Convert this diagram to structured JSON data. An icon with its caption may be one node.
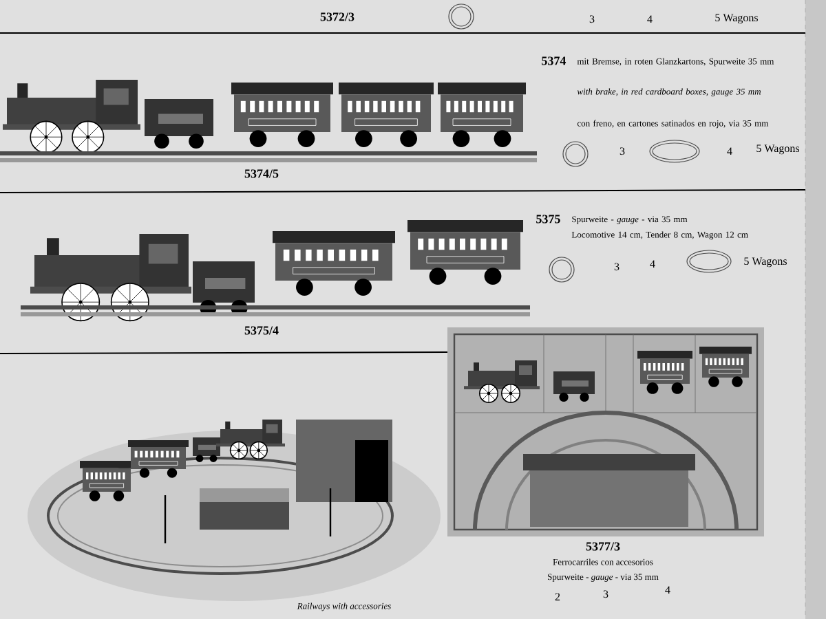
{
  "diagram": {
    "labels": [
      "5372/3",
      "3",
      "4",
      "5 Wagons",
      "5374",
      "mit Bremse, in roten Glanzkartons, Spurweite 35 mm",
      "with brake, in red cardboard boxes, gauge 35 mm",
      "con freno, en cartones satinados en rojo, via 35 mm",
      "3",
      "4",
      "5 Wagons",
      "5374/5",
      "5375",
      "Spurweite - *gauge* - via 35 mm",
      "Locomotive 14 cm, Tender 8 cm, Wagon 12 cm",
      "3",
      "4",
      "5 Wagons",
      "5375/4",
      "5377/3",
      "Ferrocarriles con accesorios",
      "Spurweite - *gauge* - via 35 mm",
      "2",
      "3",
      "4",
      "Railways with accessories"
    ]
  }
}
